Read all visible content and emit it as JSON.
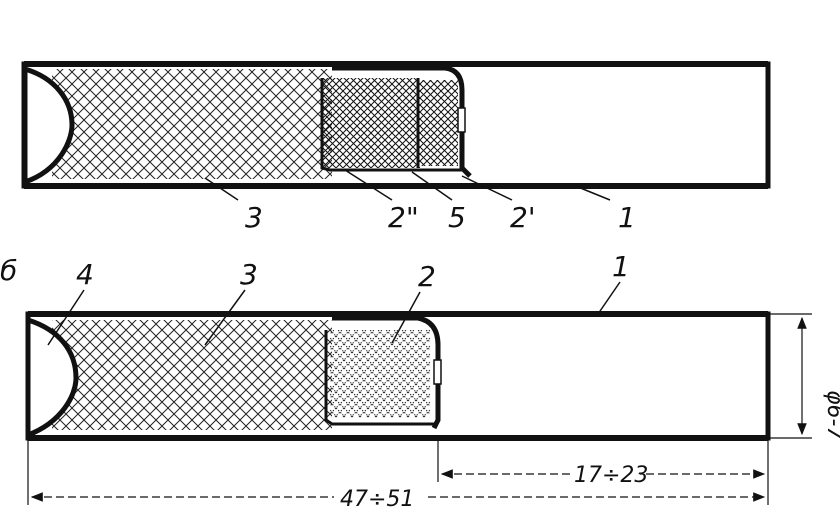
{
  "figure": {
    "top_variant_label": "",
    "bottom_variant_label": "б",
    "top_callouts": [
      "3",
      "2\"",
      "5",
      "2'",
      "1"
    ],
    "bottom_callouts": [
      "4",
      "3",
      "2",
      "1"
    ],
    "diameter_label": "φ6-7",
    "short_length_label": "17÷23",
    "total_length_label": "47÷51"
  }
}
